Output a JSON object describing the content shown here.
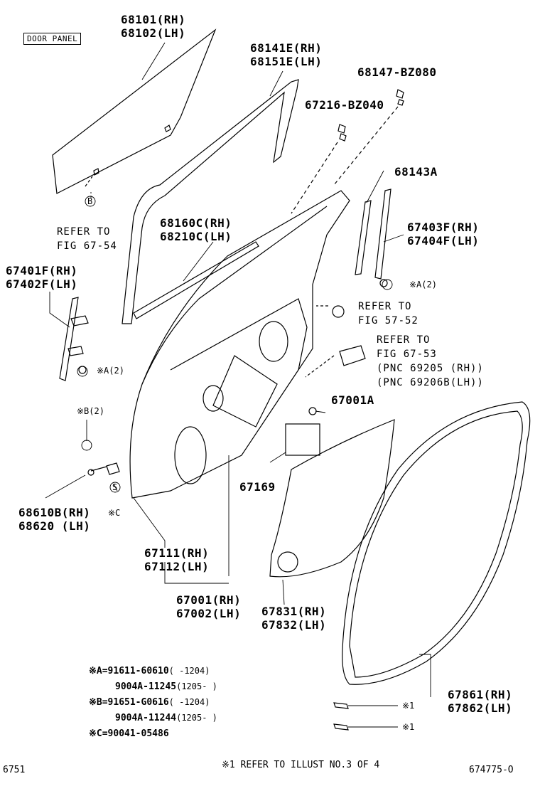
{
  "header_box": "DOOR PANEL",
  "parts": {
    "window_glass": [
      "68101(RH)",
      "68102(LH)"
    ],
    "run_channel": [
      "68141E(RH)",
      "68151E(LH)"
    ],
    "clip_a": "68147-BZ080",
    "clip_b": "67216-BZ040",
    "weatherstrip_inner": [
      "68160C(RH)",
      "68210C(LH)"
    ],
    "seal": "68143A",
    "rear_channel": [
      "67403F(RH)",
      "67404F(LH)"
    ],
    "front_channel": [
      "67401F(RH)",
      "67402F(LH)"
    ],
    "clip_c": "67001A",
    "film": "67169",
    "check": [
      "68610B(RH)",
      "68620 (LH)"
    ],
    "door_panel": [
      "67111(RH)",
      "67112(LH)"
    ],
    "door_assy": [
      "67001(RH)",
      "67002(LH)"
    ],
    "service_hole_cover": [
      "67831(RH)",
      "67832(LH)"
    ],
    "door_weatherstrip": [
      "67861(RH)",
      "67862(LH)"
    ]
  },
  "refs": {
    "fig_67_54": [
      "REFER TO",
      "FIG 67-54"
    ],
    "fig_57_52": [
      "REFER TO",
      "FIG 57-52"
    ],
    "fig_67_53": [
      "REFER TO",
      "FIG 67-53",
      "(PNC 69205 (RH))",
      "(PNC 69206B(LH))"
    ]
  },
  "callouts": {
    "b_mark": "B",
    "s_mark": "S",
    "a2_right": "※A(2)",
    "a2_left": "※A(2)",
    "b2": "※B(2)",
    "c": "※C",
    "mark1a": "※1",
    "mark1b": "※1"
  },
  "notes": [
    {
      "key": "※A=",
      "part": "91611-60610",
      "range": "(     -1204)"
    },
    {
      "key": "",
      "part": "9004A-11245",
      "range": "(1205-     )"
    },
    {
      "key": "※B=",
      "part": "91651-G0616",
      "range": "(     -1204)"
    },
    {
      "key": "",
      "part": "9004A-11244",
      "range": "(1205-     )"
    },
    {
      "key": "※C=",
      "part": "90041-05486",
      "range": ""
    }
  ],
  "footer": {
    "left": "6751",
    "center": "※1 REFER TO ILLUST NO.3 OF 4",
    "right": "674775-O"
  }
}
